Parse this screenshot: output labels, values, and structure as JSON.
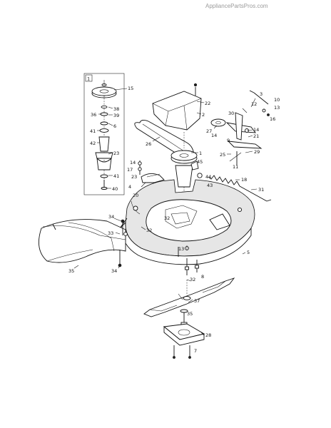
{
  "watermark": "AppliancePartsPros.com",
  "inset_label": "1",
  "callouts": [
    "15",
    "38",
    "36",
    "39",
    "6",
    "41",
    "42",
    "23",
    "41",
    "40",
    "22",
    "2",
    "26",
    "1",
    "12",
    "10",
    "13",
    "3",
    "16",
    "30",
    "27",
    "14",
    "14",
    "21",
    "9",
    "25",
    "29",
    "11",
    "45",
    "44",
    "43",
    "18",
    "31",
    "14",
    "17",
    "23",
    "4",
    "20",
    "32",
    "34",
    "33",
    "32",
    "35",
    "34",
    "13",
    "5",
    "32",
    "8",
    "37",
    "35",
    "28",
    "7"
  ]
}
